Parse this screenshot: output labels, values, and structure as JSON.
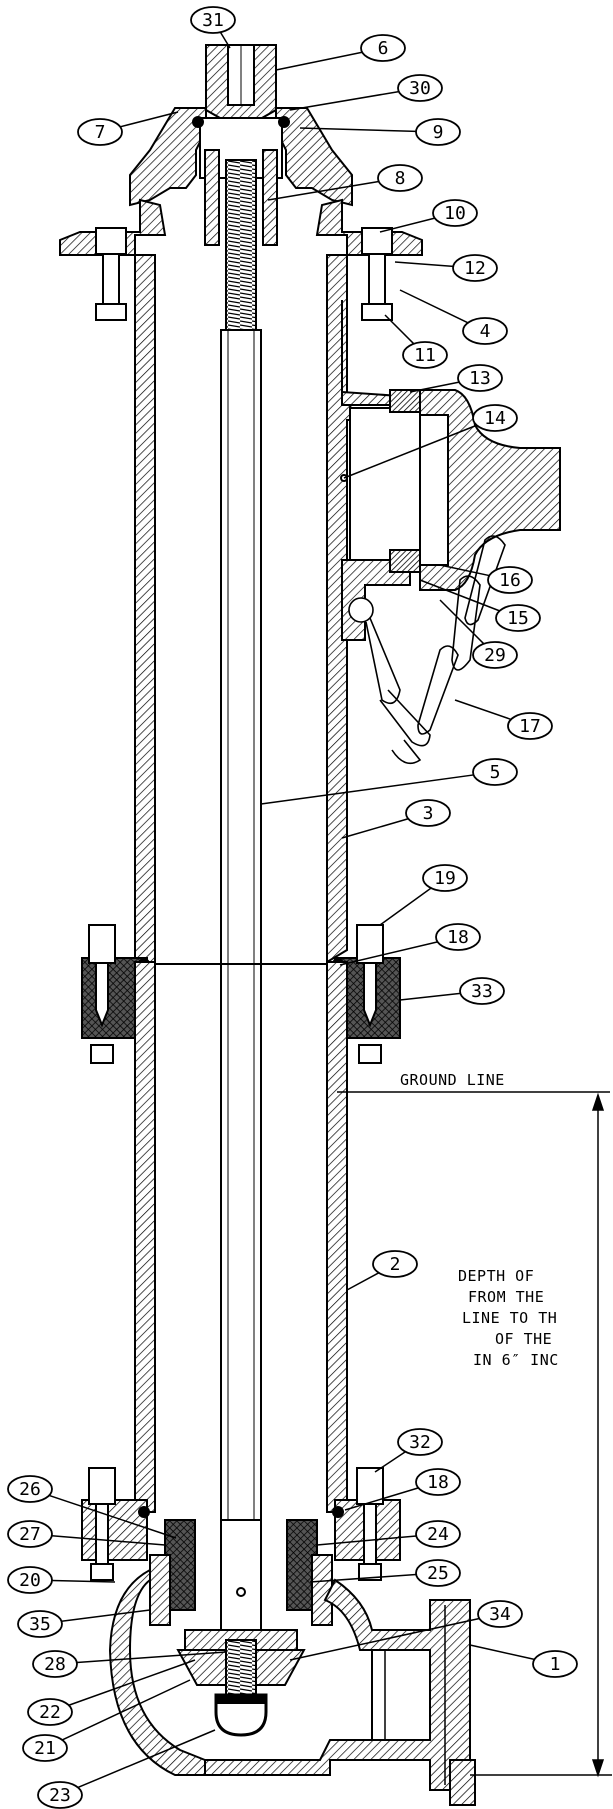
{
  "diagram": {
    "ground_line_label": "GROUND LINE",
    "depth_note_lines": [
      "DEPTH OF",
      "FROM THE",
      "LINE TO TH",
      "OF THE",
      "IN 6″ INC"
    ],
    "callouts": [
      {
        "id": "c31",
        "label": "31"
      },
      {
        "id": "c6",
        "label": "6"
      },
      {
        "id": "c30",
        "label": "30"
      },
      {
        "id": "c7",
        "label": "7"
      },
      {
        "id": "c9",
        "label": "9"
      },
      {
        "id": "c8",
        "label": "8"
      },
      {
        "id": "c10",
        "label": "10"
      },
      {
        "id": "c12",
        "label": "12"
      },
      {
        "id": "c4",
        "label": "4"
      },
      {
        "id": "c11",
        "label": "11"
      },
      {
        "id": "c13",
        "label": "13"
      },
      {
        "id": "c14",
        "label": "14"
      },
      {
        "id": "c16",
        "label": "16"
      },
      {
        "id": "c15",
        "label": "15"
      },
      {
        "id": "c29",
        "label": "29"
      },
      {
        "id": "c17",
        "label": "17"
      },
      {
        "id": "c5",
        "label": "5"
      },
      {
        "id": "c3",
        "label": "3"
      },
      {
        "id": "c19",
        "label": "19"
      },
      {
        "id": "c18a",
        "label": "18"
      },
      {
        "id": "c33",
        "label": "33"
      },
      {
        "id": "c2",
        "label": "2"
      },
      {
        "id": "c32",
        "label": "32"
      },
      {
        "id": "c18b",
        "label": "18"
      },
      {
        "id": "c26",
        "label": "26"
      },
      {
        "id": "c27",
        "label": "27"
      },
      {
        "id": "c24",
        "label": "24"
      },
      {
        "id": "c20",
        "label": "20"
      },
      {
        "id": "c25",
        "label": "25"
      },
      {
        "id": "c35",
        "label": "35"
      },
      {
        "id": "c34",
        "label": "34"
      },
      {
        "id": "c28",
        "label": "28"
      },
      {
        "id": "c1",
        "label": "1"
      },
      {
        "id": "c22",
        "label": "22"
      },
      {
        "id": "c21",
        "label": "21"
      },
      {
        "id": "c23",
        "label": "23"
      }
    ]
  }
}
